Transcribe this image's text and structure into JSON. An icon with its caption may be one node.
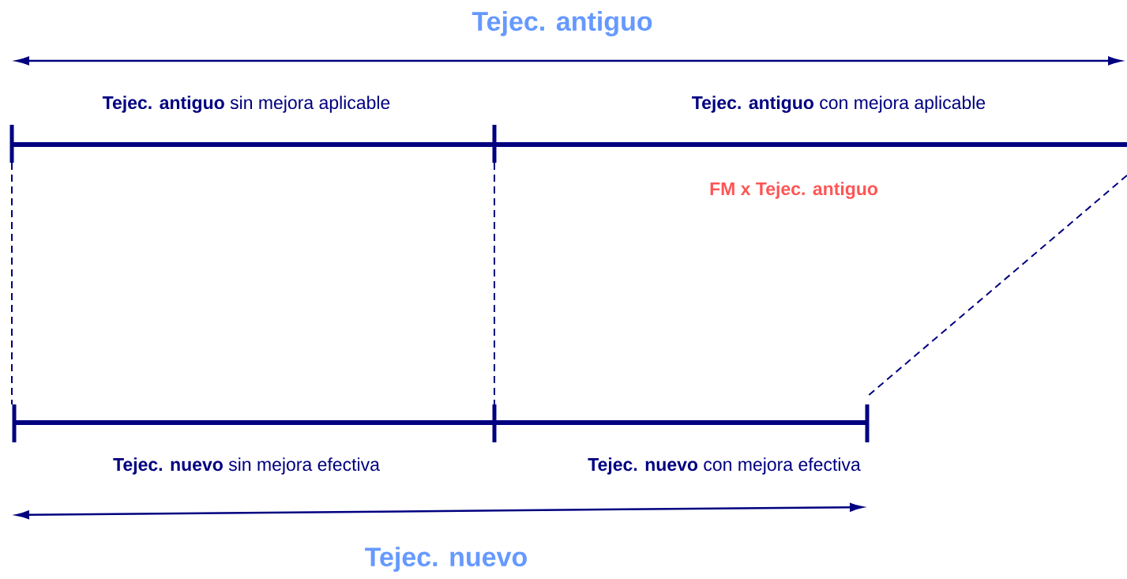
{
  "diagram": {
    "labels": [
      "Tejec. antiguo",
      "**Tejec. antiguo** sin mejora aplicable",
      "**Tejec. antiguo** con mejora aplicable",
      "FM x Tejec. antiguo",
      "**Tejec. nuevo** sin mejora efectiva",
      "**Tejec. nuevo** con mejora efectiva",
      "Tejec. nuevo"
    ]
  }
}
